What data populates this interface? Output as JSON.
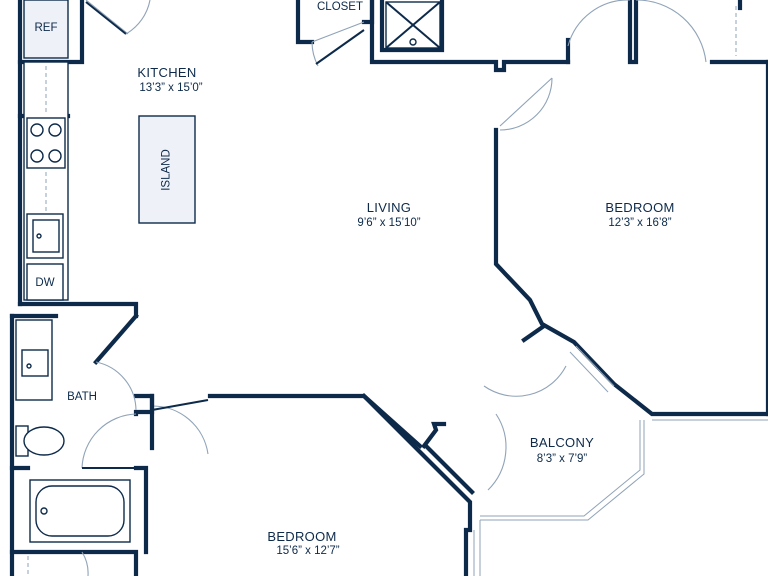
{
  "rooms": {
    "kitchen": {
      "name": "KITCHEN",
      "dimensions": "13’3” x 15’0”"
    },
    "living": {
      "name": "LIVING",
      "dimensions": "9’6” x 15’10”"
    },
    "bedroom_right": {
      "name": "BEDROOM",
      "dimensions": "12’3” x 16’8”"
    },
    "balcony": {
      "name": "BALCONY",
      "dimensions": "8’3” x 7’9”"
    },
    "bedroom_bottom": {
      "name": "BEDROOM",
      "dimensions": "15’6” x 12’7”"
    },
    "bath": {
      "name": "BATH"
    }
  },
  "fixtures": {
    "ref": "REF",
    "closet": "CLOSET",
    "island": "ISLAND",
    "dw": "DW"
  },
  "colors": {
    "wall": "#0d2a4a",
    "fixture_fill": "#eef1f7",
    "door_swing": "#8fa3b8"
  }
}
